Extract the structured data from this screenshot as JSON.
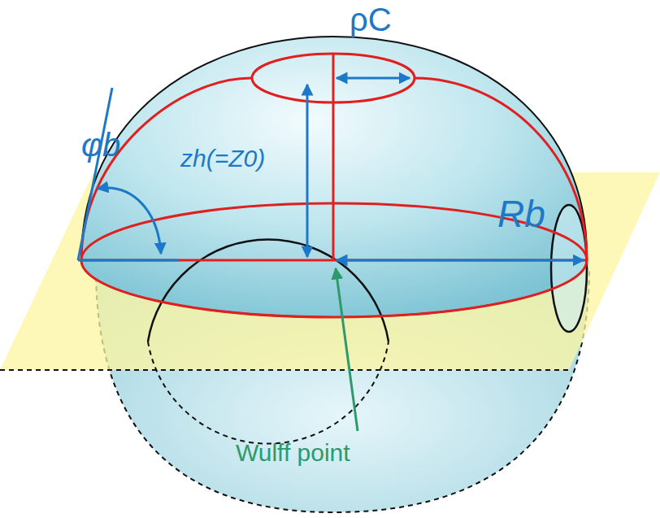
{
  "diagram": {
    "labels": [
      "ρC",
      "zh(=Z0)",
      "Rb",
      "φb",
      "Wulff point"
    ]
  }
}
